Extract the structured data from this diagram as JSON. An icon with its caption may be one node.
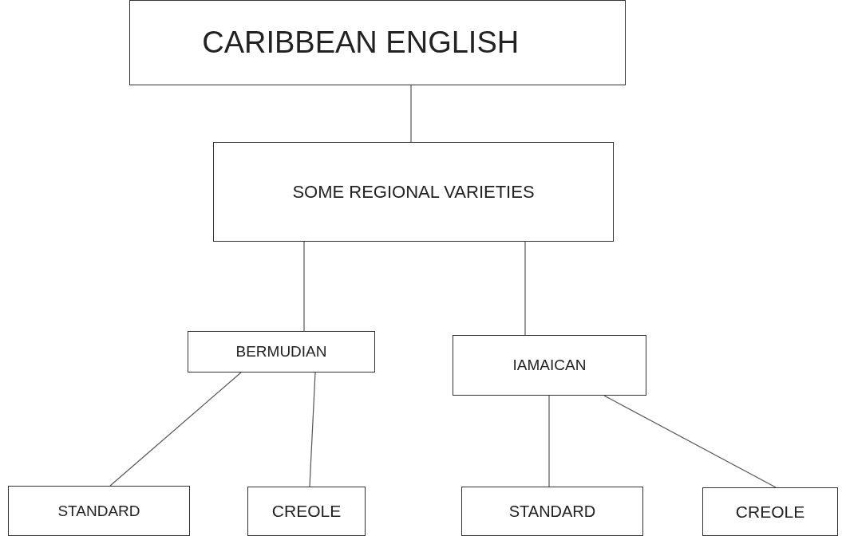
{
  "diagram": {
    "nodes": [
      {
        "text": [
          "CARIBBEAN ENGLISH"
        ]
      },
      {
        "text": [
          "SOME REGIONAL VARIETIES"
        ]
      },
      {
        "text": [
          "BERMUDIAN"
        ]
      },
      {
        "text": [
          "IAMAICAN"
        ]
      },
      {
        "text": [
          "STANDARD"
        ]
      },
      {
        "text": [
          "CREOLE"
        ]
      },
      {
        "text": [
          "STANDARD"
        ]
      },
      {
        "text": [
          "CREOLE"
        ]
      }
    ],
    "edges": [
      {
        "from": 0,
        "to": 1,
        "arrow": "none"
      },
      {
        "from": 1,
        "to": 2,
        "arrow": "none"
      },
      {
        "from": 1,
        "to": 3,
        "arrow": "none"
      },
      {
        "from": 2,
        "to": 4,
        "arrow": "none"
      },
      {
        "from": 2,
        "to": 5,
        "arrow": "none"
      },
      {
        "from": 3,
        "to": 6,
        "arrow": "none"
      },
      {
        "from": 3,
        "to": 7,
        "arrow": "none"
      }
    ]
  }
}
